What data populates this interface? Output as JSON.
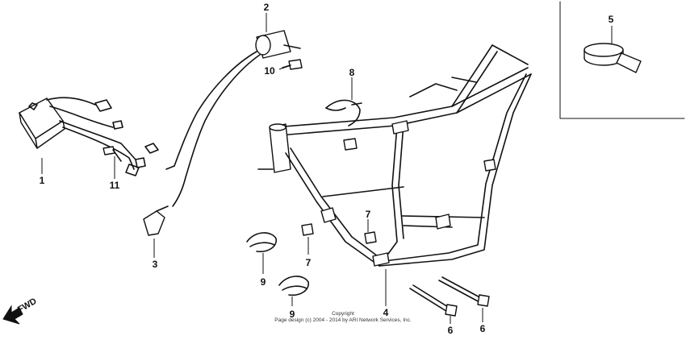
{
  "callouts": {
    "c1": "1",
    "c2": "2",
    "c3": "3",
    "c4": "4",
    "c5": "5",
    "c6a": "6",
    "c6b": "6",
    "c7a": "7",
    "c7b": "7",
    "c8": "8",
    "c9a": "9",
    "c9b": "9",
    "c10": "10",
    "c11": "11"
  },
  "direction_label": "FWD",
  "copyright": {
    "line1": "Copyright",
    "line2": "Page design (c) 2004 - 2014 by ARI Network Services, Inc."
  }
}
